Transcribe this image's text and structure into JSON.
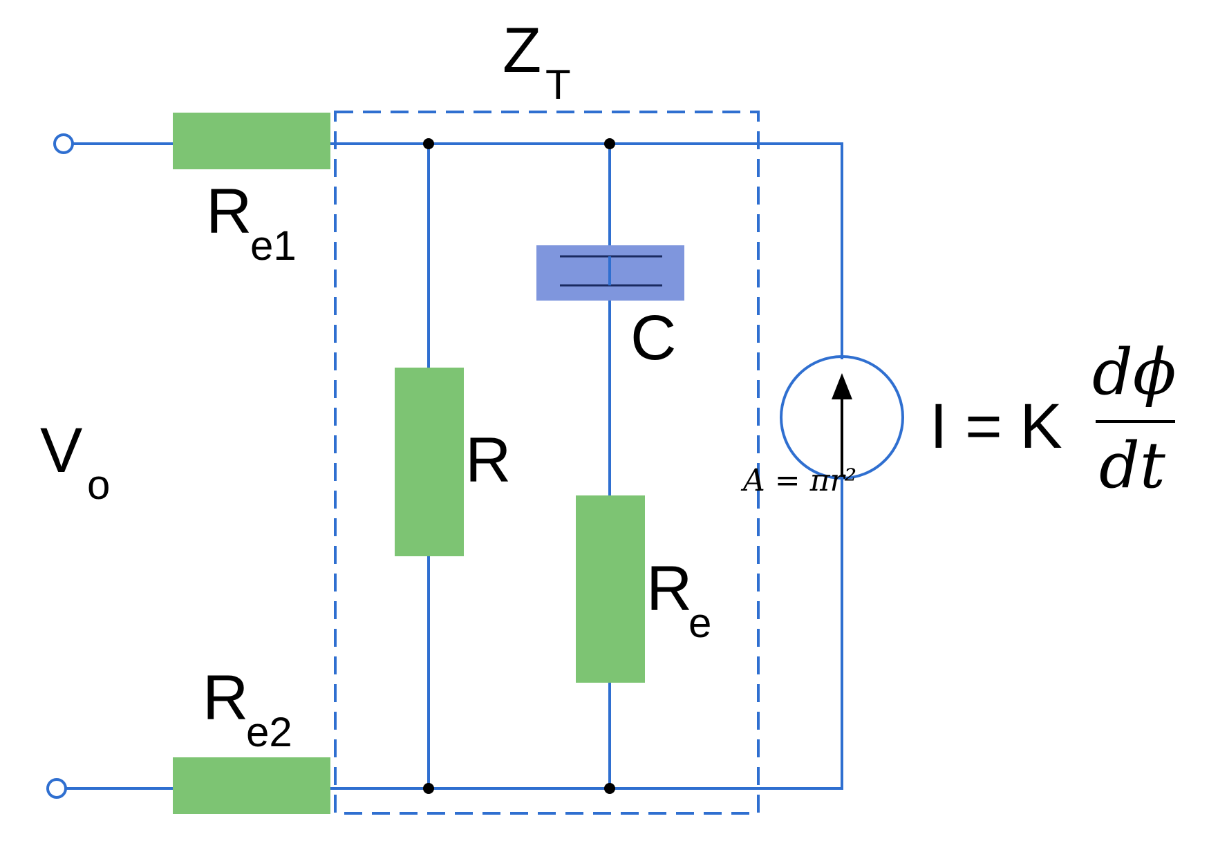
{
  "labels": {
    "zt_main": "Z",
    "zt_sub": "T",
    "re1_main": "R",
    "re1_sub": "e1",
    "re2_main": "R",
    "re2_sub": "e2",
    "r_main": "R",
    "c_main": "C",
    "re_main": "R",
    "re_sub": "e",
    "vo_main": "V",
    "vo_sub": "o",
    "area_formula": "A = πr²",
    "current_lhs": "I = K",
    "current_num": "dϕ",
    "current_den": "dt"
  },
  "colors": {
    "wire": "#2F6FD0",
    "resistor": "#7DC473",
    "capacitor": "#7F96DD",
    "boundary": "#2F6FD0"
  }
}
